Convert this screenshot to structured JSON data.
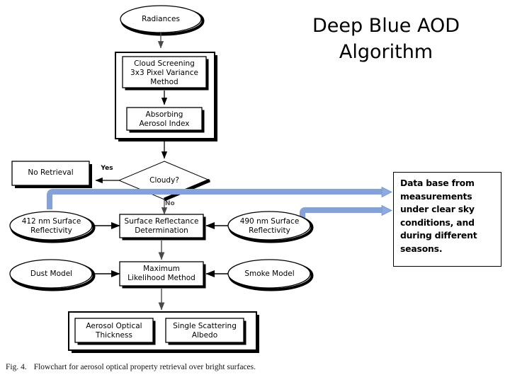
{
  "title": {
    "text": "Deep Blue AOD\nAlgorithm"
  },
  "note": {
    "text": "Data base from measurements under clear sky conditions, and during different seasons."
  },
  "caption": {
    "number": "Fig. 4.",
    "text": "Flowchart for aerosol optical property retrieval over bright surfaces."
  },
  "colors": {
    "stroke": "#000000",
    "shadow": "#000000",
    "connector": "#3f3f3f",
    "blue_arrow": "#8faadc",
    "blue_arrow_edge": "#5b7fc4",
    "background": "#ffffff"
  },
  "flowchart": {
    "type": "flowchart",
    "nodes": [
      {
        "id": "radiances",
        "shape": "ellipse",
        "label": "Radiances"
      },
      {
        "id": "cloud-screening",
        "shape": "rectangle",
        "label": "Cloud Screening\n3x3 Pixel Variance\nMethod"
      },
      {
        "id": "absorbing-index",
        "shape": "rectangle",
        "label": "Absorbing\nAerosol Index"
      },
      {
        "id": "cloudy",
        "shape": "diamond",
        "label": "Cloudy?"
      },
      {
        "id": "no-retrieval",
        "shape": "rectangle",
        "label": "No Retrieval"
      },
      {
        "id": "surf-412",
        "shape": "ellipse",
        "label": "412 nm Surface\nReflectivity"
      },
      {
        "id": "surf-490",
        "shape": "ellipse",
        "label": "490 nm Surface\nReflectivity"
      },
      {
        "id": "surface-reflect",
        "shape": "rectangle",
        "label": "Surface Reflectance\nDetermination"
      },
      {
        "id": "dust-model",
        "shape": "ellipse",
        "label": "Dust Model"
      },
      {
        "id": "smoke-model",
        "shape": "ellipse",
        "label": "Smoke Model"
      },
      {
        "id": "max-likelihood",
        "shape": "rectangle",
        "label": "Maximum\nLikelihood Method"
      },
      {
        "id": "aod",
        "shape": "rectangle",
        "label": "Aerosol Optical\nThickness"
      },
      {
        "id": "ssa",
        "shape": "rectangle",
        "label": "Single Scattering\nAlbedo"
      }
    ],
    "edges": [
      {
        "from": "radiances",
        "to": "cloud-screening",
        "label": ""
      },
      {
        "from": "cloud-screening",
        "to": "absorbing-index",
        "label": ""
      },
      {
        "from": "absorbing-index",
        "to": "cloudy",
        "label": ""
      },
      {
        "from": "cloudy",
        "to": "no-retrieval",
        "label": "Yes"
      },
      {
        "from": "cloudy",
        "to": "surface-reflect",
        "label": "No"
      },
      {
        "from": "surf-412",
        "to": "surface-reflect",
        "label": ""
      },
      {
        "from": "surf-490",
        "to": "surface-reflect",
        "label": ""
      },
      {
        "from": "surface-reflect",
        "to": "max-likelihood",
        "label": ""
      },
      {
        "from": "dust-model",
        "to": "max-likelihood",
        "label": ""
      },
      {
        "from": "smoke-model",
        "to": "max-likelihood",
        "label": ""
      },
      {
        "from": "max-likelihood",
        "to": "aod",
        "label": ""
      },
      {
        "from": "surf-412",
        "to": "note",
        "label": "",
        "style": "blue"
      },
      {
        "from": "surf-490",
        "to": "note",
        "label": "",
        "style": "blue"
      }
    ],
    "branch_labels": {
      "yes": "Yes",
      "no": "No"
    }
  }
}
